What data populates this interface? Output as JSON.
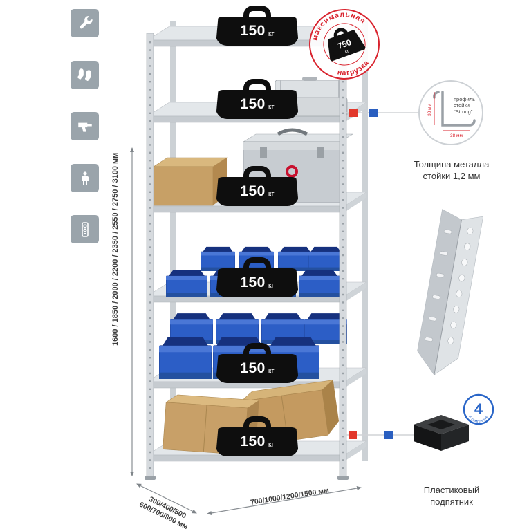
{
  "stamp": {
    "top": "максимальная",
    "bottom": "нагрузка",
    "value": "750",
    "unit": "кг"
  },
  "weight": {
    "value": "150",
    "unit": "кг"
  },
  "dimensions": {
    "height": "1600 / 1850 / 2000 / 2200 / 2350 / 2550 / 2750 / 3100 мм",
    "depth_line1": "300/400/500",
    "depth_line2": "600/700/800 мм",
    "width": "700/1000/1200/1500 мм"
  },
  "profile_callout": {
    "line1": "профиль",
    "line2": "стойки",
    "line3": "\"Strong\"",
    "dim_v": "38 мм",
    "dim_h": "38 мм",
    "caption1": "Толщина металла",
    "caption2": "стойки 1,2 мм"
  },
  "foot_callout": {
    "badge_value": "4",
    "badge_text": "в комплекте",
    "caption1": "Пластиковый",
    "caption2": "подпятник"
  },
  "icons": [
    "wrench",
    "gloves",
    "drill",
    "installer",
    "level"
  ],
  "colors": {
    "accent_red": "#d9232e",
    "accent_blue": "#2a5fc0",
    "icon_bg": "#9aa4ab",
    "bin_blue": "#2c5ec6",
    "cardboard": "#c49a60",
    "metal": "#d6dade",
    "weight_black": "#0e0e0e"
  }
}
